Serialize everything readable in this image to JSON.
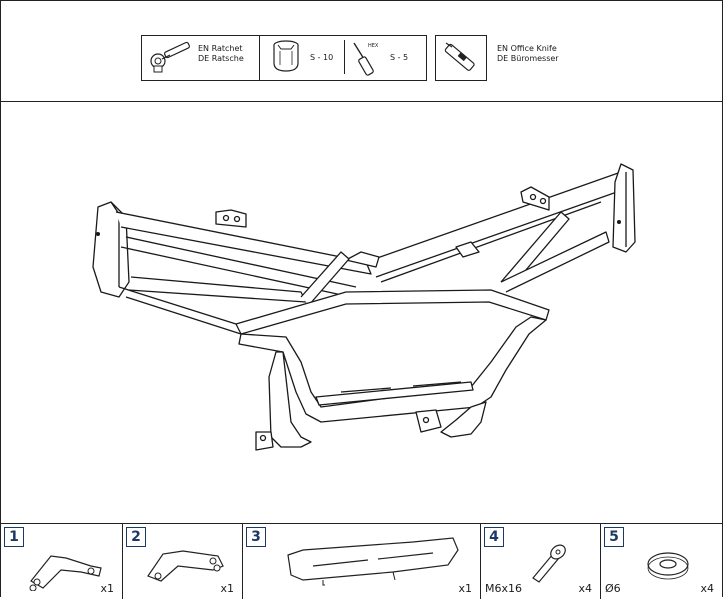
{
  "tools": {
    "ratchet": {
      "en": "EN Ratchet",
      "de": "DE Ratsche"
    },
    "socket": {
      "size": "S - 10"
    },
    "hex": {
      "tag": "HEX",
      "size": "S - 5"
    },
    "knife": {
      "en": "EN Office Knife",
      "de": "DE Büromesser"
    }
  },
  "parts": [
    {
      "number": "1",
      "size": "",
      "qty": "x1"
    },
    {
      "number": "2",
      "size": "",
      "qty": "x1"
    },
    {
      "number": "3",
      "size": "",
      "qty": "x1"
    },
    {
      "number": "4",
      "size": "M6x16",
      "qty": "x4"
    },
    {
      "number": "5",
      "size": "Ø6",
      "qty": "x4"
    }
  ]
}
